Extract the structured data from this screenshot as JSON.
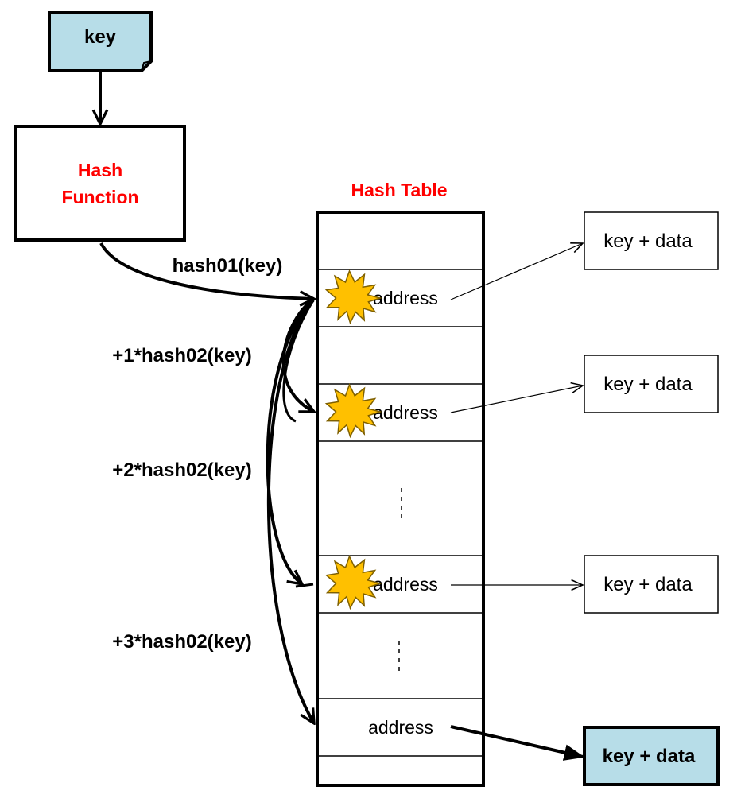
{
  "key_box": {
    "label": "key",
    "fill": "#b7dde8"
  },
  "hash_function": {
    "line1": "Hash",
    "line2": "Function",
    "color": "#ff0000"
  },
  "hash_table": {
    "title": "Hash Table",
    "title_color": "#ff0000",
    "address_label": "address"
  },
  "step_labels": {
    "hash01": "hash01(key)",
    "step1": "+1*hash02(key)",
    "step2": "+2*hash02(key)",
    "step3": "+3*hash02(key)"
  },
  "records": {
    "r1": "key + data",
    "r2": "key + data",
    "r3": "key + data",
    "r4": "key + data",
    "highlight_fill": "#b7dde8"
  },
  "collision_fill": "#ffc000",
  "collision_stroke": "#7f6000",
  "icons": [
    "collision-burst-icon",
    "arrow-icon"
  ]
}
